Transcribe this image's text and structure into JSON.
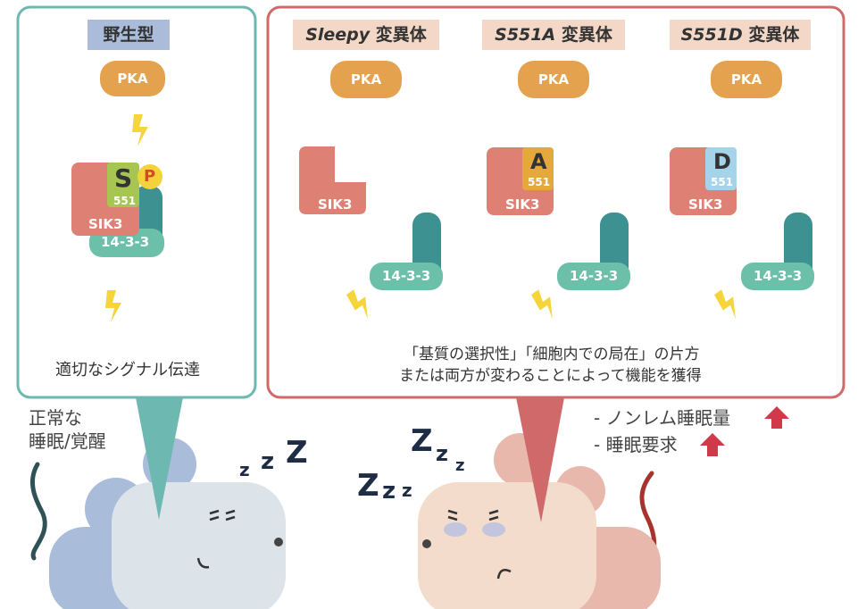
{
  "wild_type": {
    "title": "野生型",
    "pka": "PKA",
    "serine": "S",
    "phospho": "P",
    "residue": "551",
    "sik3": "SIK3",
    "partner": "14-3-3",
    "caption": "適切なシグナル伝達"
  },
  "mutants": [
    {
      "title_italic": "Sleepy",
      "title_rest": " 変異体",
      "pka": "PKA",
      "sik3": "SIK3",
      "partner": "14-3-3"
    },
    {
      "title_italic": "S551A",
      "title_rest": " 変異体",
      "pka": "PKA",
      "residue_letter": "A",
      "residue": "551",
      "sik3": "SIK3",
      "partner": "14-3-3"
    },
    {
      "title_italic": "S551D",
      "title_rest": " 変異体",
      "pka": "PKA",
      "residue_letter": "D",
      "residue": "551",
      "sik3": "SIK3",
      "partner": "14-3-3"
    }
  ],
  "mutant_caption": {
    "line1": "「基質の選択性」「細胞内での局在」の片方",
    "line2": "または両方が変わることによって機能を獲得"
  },
  "normal_mouse_label": {
    "line1": "正常な",
    "line2": "睡眠/覚醒"
  },
  "mutant_effects": [
    {
      "text": "- ノンレム睡眠量"
    },
    {
      "text": "- 睡眠要求"
    }
  ],
  "colors": {
    "teal_border": "#6db9b1",
    "red_border": "#d06a6a",
    "pka": "#e4a24e",
    "sik3": "#df8074",
    "partner": "#6cbfa9",
    "partner_dark": "#3e9191",
    "ser": "#a7c651",
    "ala": "#e5a93b",
    "asp": "#a4d3ea",
    "phospho": "#f4d23a",
    "bolt": "#f5d53a",
    "arrow_up": "#d0394a"
  }
}
